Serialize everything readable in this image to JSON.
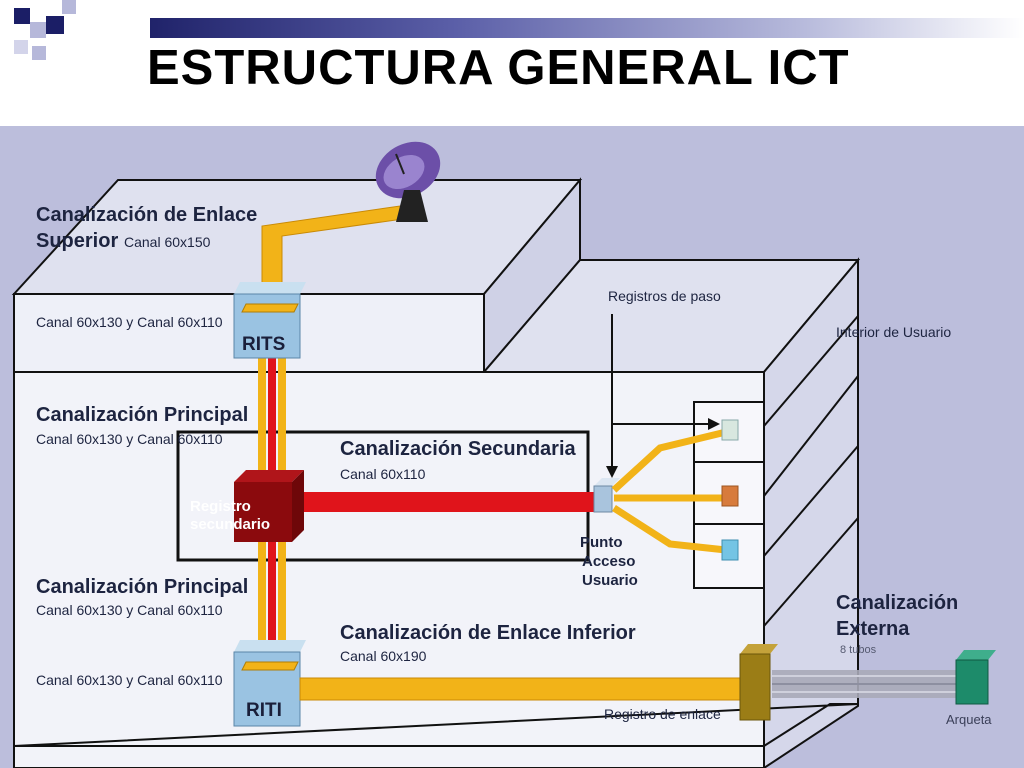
{
  "slide": {
    "title": "ESTRUCTURA GENERAL ICT"
  },
  "diagram": {
    "colors": {
      "background": "#b7b9d9",
      "building": "#eef0f8",
      "building_outline": "#111111",
      "canal_yellow": "#f2b318",
      "canal_red": "#e0141b",
      "registro_secundario": "#8b0a0d",
      "registro_enlace": "#9b7d16",
      "arqueta": "#1d8b6a",
      "rits_riti": "#9ac3e2",
      "antenna": "#6c4fa8"
    },
    "labels": {
      "enlace_superior_1": "Canalización de Enlace",
      "enlace_superior_2": "Superior",
      "enlace_superior_canal": "Canal 60x150",
      "rits_canal": "Canal 60x130 y Canal 60x110",
      "rits": "RITS",
      "principal_top": "Canalización Principal",
      "principal_top_canal": "Canal 60x130 y Canal 60x110",
      "secundaria": "Canalización Secundaria",
      "secundaria_canal": "Canal 60x110",
      "registro_secundario_1": "Registro",
      "registro_secundario_2": "secundario",
      "registros_paso": "Registros de paso",
      "interior_usuario": "Interior de Usuario",
      "pau_1": "Punto",
      "pau_2": "Acceso",
      "pau_3": "Usuario",
      "principal_bottom": "Canalización Principal",
      "principal_bottom_canal": "Canal 60x130 y Canal 60x110",
      "enlace_inferior": "Canalización de Enlace Inferior",
      "enlace_inferior_canal": "Canal 60x190",
      "riti_canal": "Canal 60x130 y Canal 60x110",
      "riti": "RITI",
      "registro_enlace": "Registro de enlace",
      "externa_1": "Canalización",
      "externa_2": "Externa",
      "externa_tubos": "8 tubos",
      "arqueta": "Arqueta"
    }
  }
}
